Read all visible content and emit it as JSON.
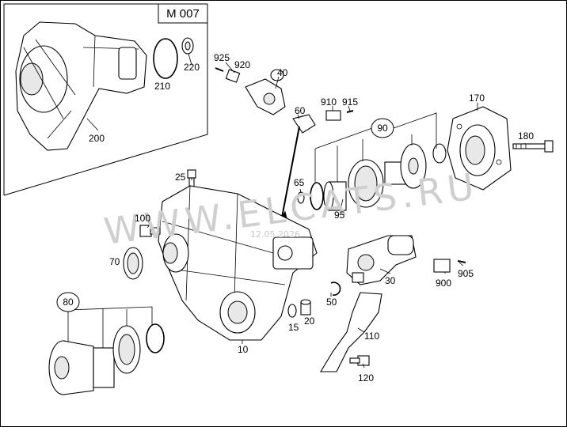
{
  "diagram": {
    "group_box_label": "M 007",
    "watermark": "WWW.ELCATS.RU",
    "watermark_date": "12.05.2026",
    "callouts": [
      "925",
      "920",
      "40",
      "60",
      "910",
      "915",
      "170",
      "180",
      "200",
      "210",
      "220",
      "25",
      "65",
      "90",
      "95",
      "100",
      "70",
      "80",
      "10",
      "15",
      "20",
      "30",
      "50",
      "900",
      "905",
      "110",
      "120"
    ]
  }
}
